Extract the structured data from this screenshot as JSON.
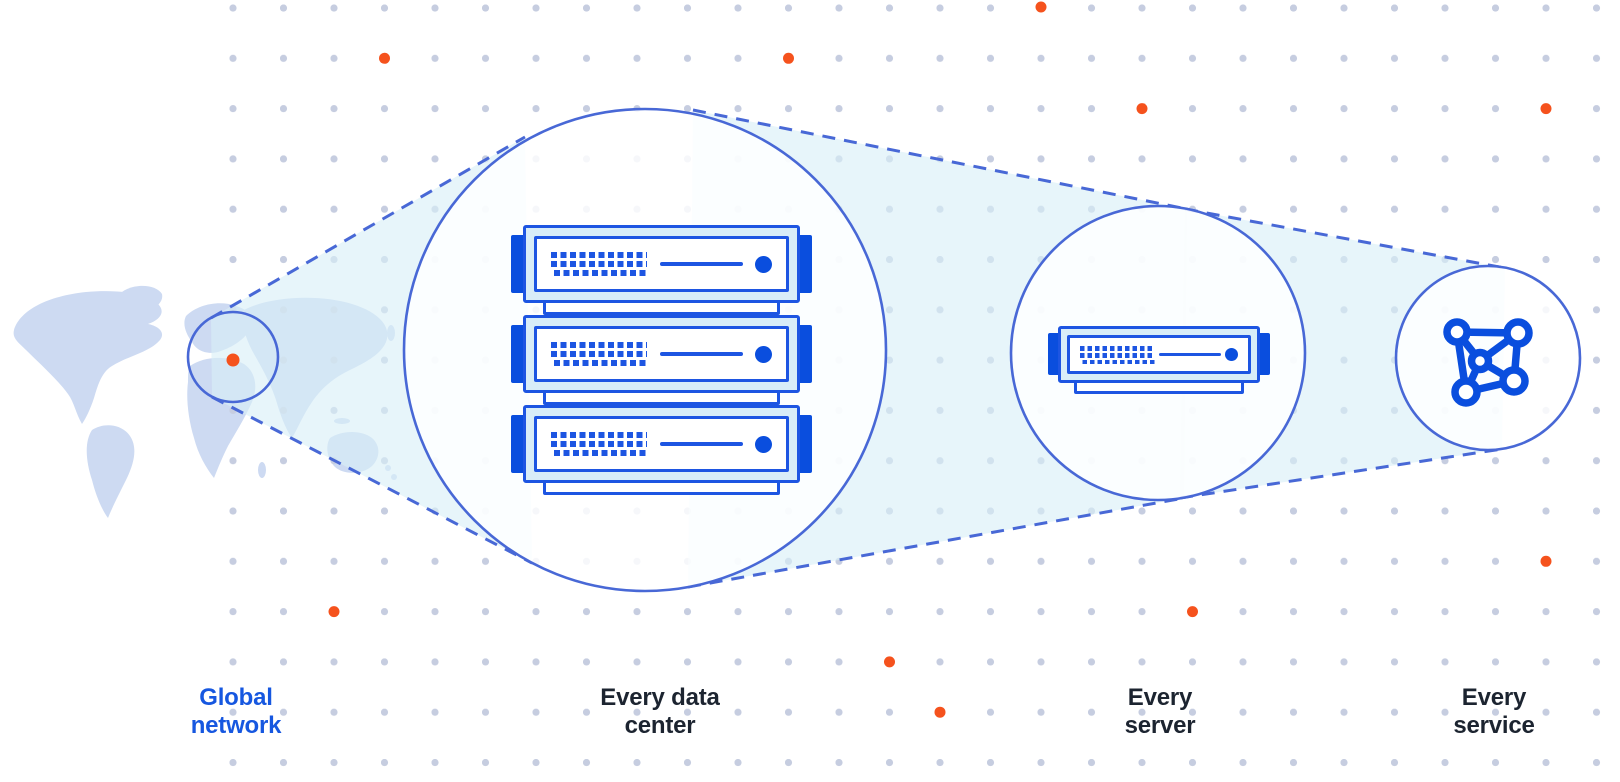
{
  "palette": {
    "accent_orange": "#F5521D",
    "primary_blue": "#1D55E2",
    "deep_blue": "#0A4EDE",
    "circle_stroke": "#4868D6",
    "cone_fill": "#D8EFF7",
    "grid_dot": "#C6CDE0",
    "land_fill": "#CDDAF2",
    "panel_light": "#D8EDF8",
    "label_dark": "#1C2430",
    "label_blue": "#1657E0"
  },
  "stages": [
    {
      "id": "global-network",
      "label": "Global network",
      "icon": "world-map"
    },
    {
      "id": "data-center",
      "label": "Every data center",
      "icon": "server-rack-stack"
    },
    {
      "id": "server",
      "label": "Every server",
      "icon": "server-rack"
    },
    {
      "id": "service",
      "label": "Every service",
      "icon": "network-mesh"
    }
  ],
  "icons": {
    "map": "world-map",
    "marker": "location-dot",
    "datacenter": "server-rack-stack",
    "server": "server-rack",
    "service": "network-mesh"
  }
}
